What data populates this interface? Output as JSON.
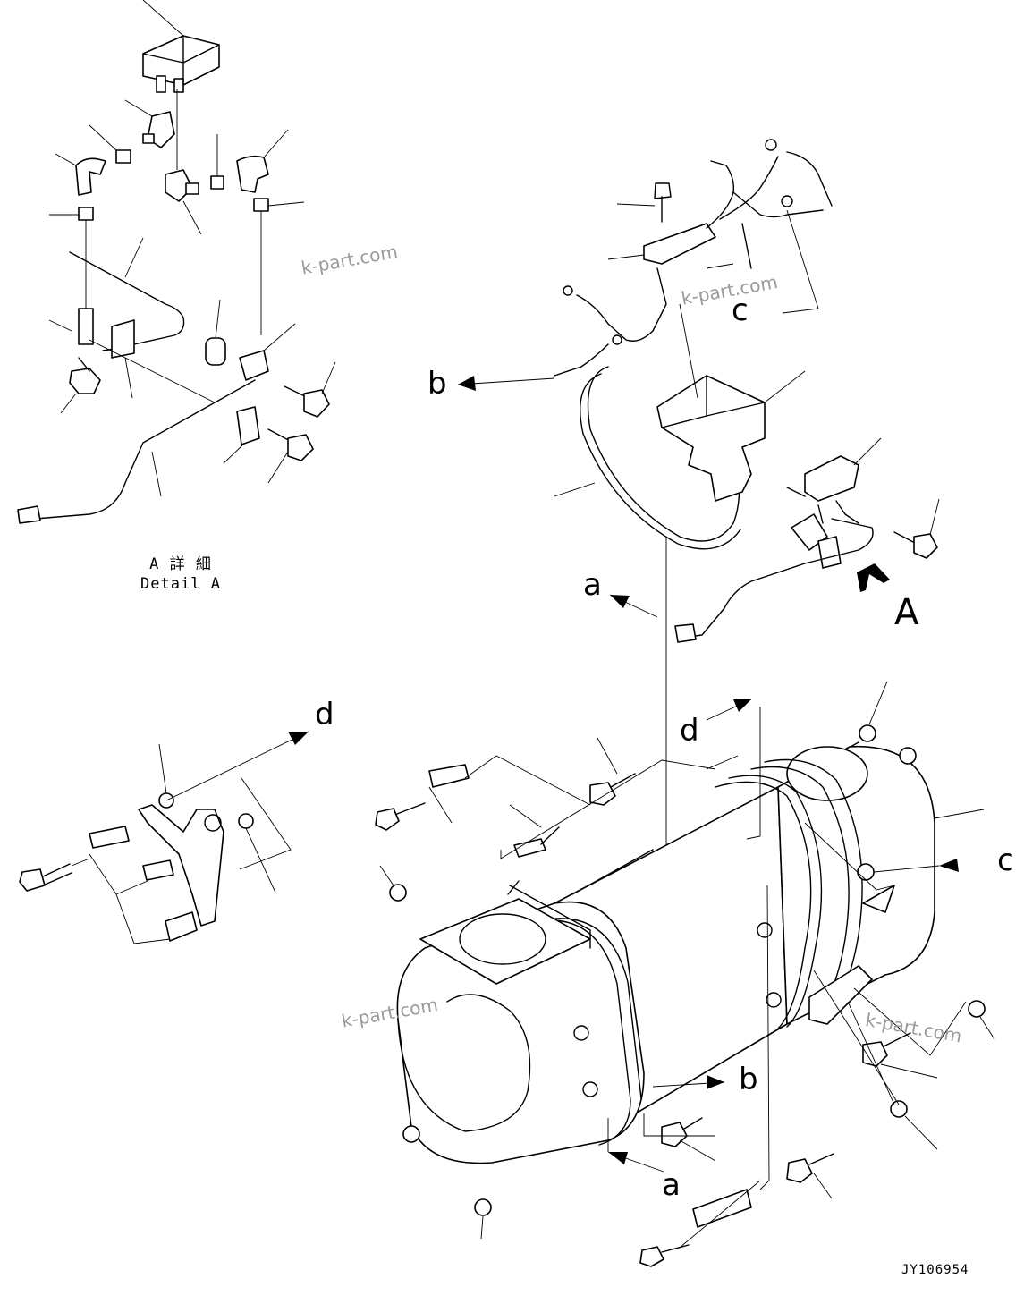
{
  "callouts": {
    "a1": "a",
    "a2": "a",
    "b1": "b",
    "b2": "b",
    "c1": "c",
    "c2": "c",
    "d1": "d",
    "d2": "d",
    "A": "A"
  },
  "detail_caption": {
    "jp": "A 詳 細",
    "en": "Detail A"
  },
  "watermark": "k-part.com",
  "drawing_code": "JY106954",
  "icons": {
    "view_arrow": "view-direction-arrow-icon"
  }
}
